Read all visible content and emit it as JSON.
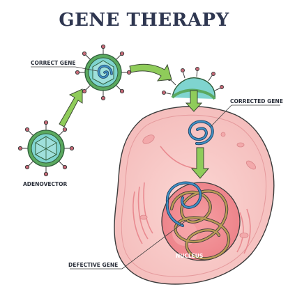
{
  "title": "GENE THERAPY",
  "labels": {
    "correct_gene": "CORRECT GENE",
    "corrected_gene": "CORRECTED GENE",
    "adenovector": "ADENOVECTOR",
    "defective_gene": "DEFECTIVE GENE",
    "nucleus": "NUCLEUS"
  },
  "colors": {
    "title": "#2e3650",
    "capsid": "#7fd4cf",
    "capsid_ring": "#5aa95f",
    "spike": "#c96a78",
    "arrow": "#8fcc5a",
    "cell": "#f7c8c6",
    "nucleus": "#ef8a8f",
    "correct_gene": "#3f8fc2",
    "defective_gene": "#b89a56"
  }
}
